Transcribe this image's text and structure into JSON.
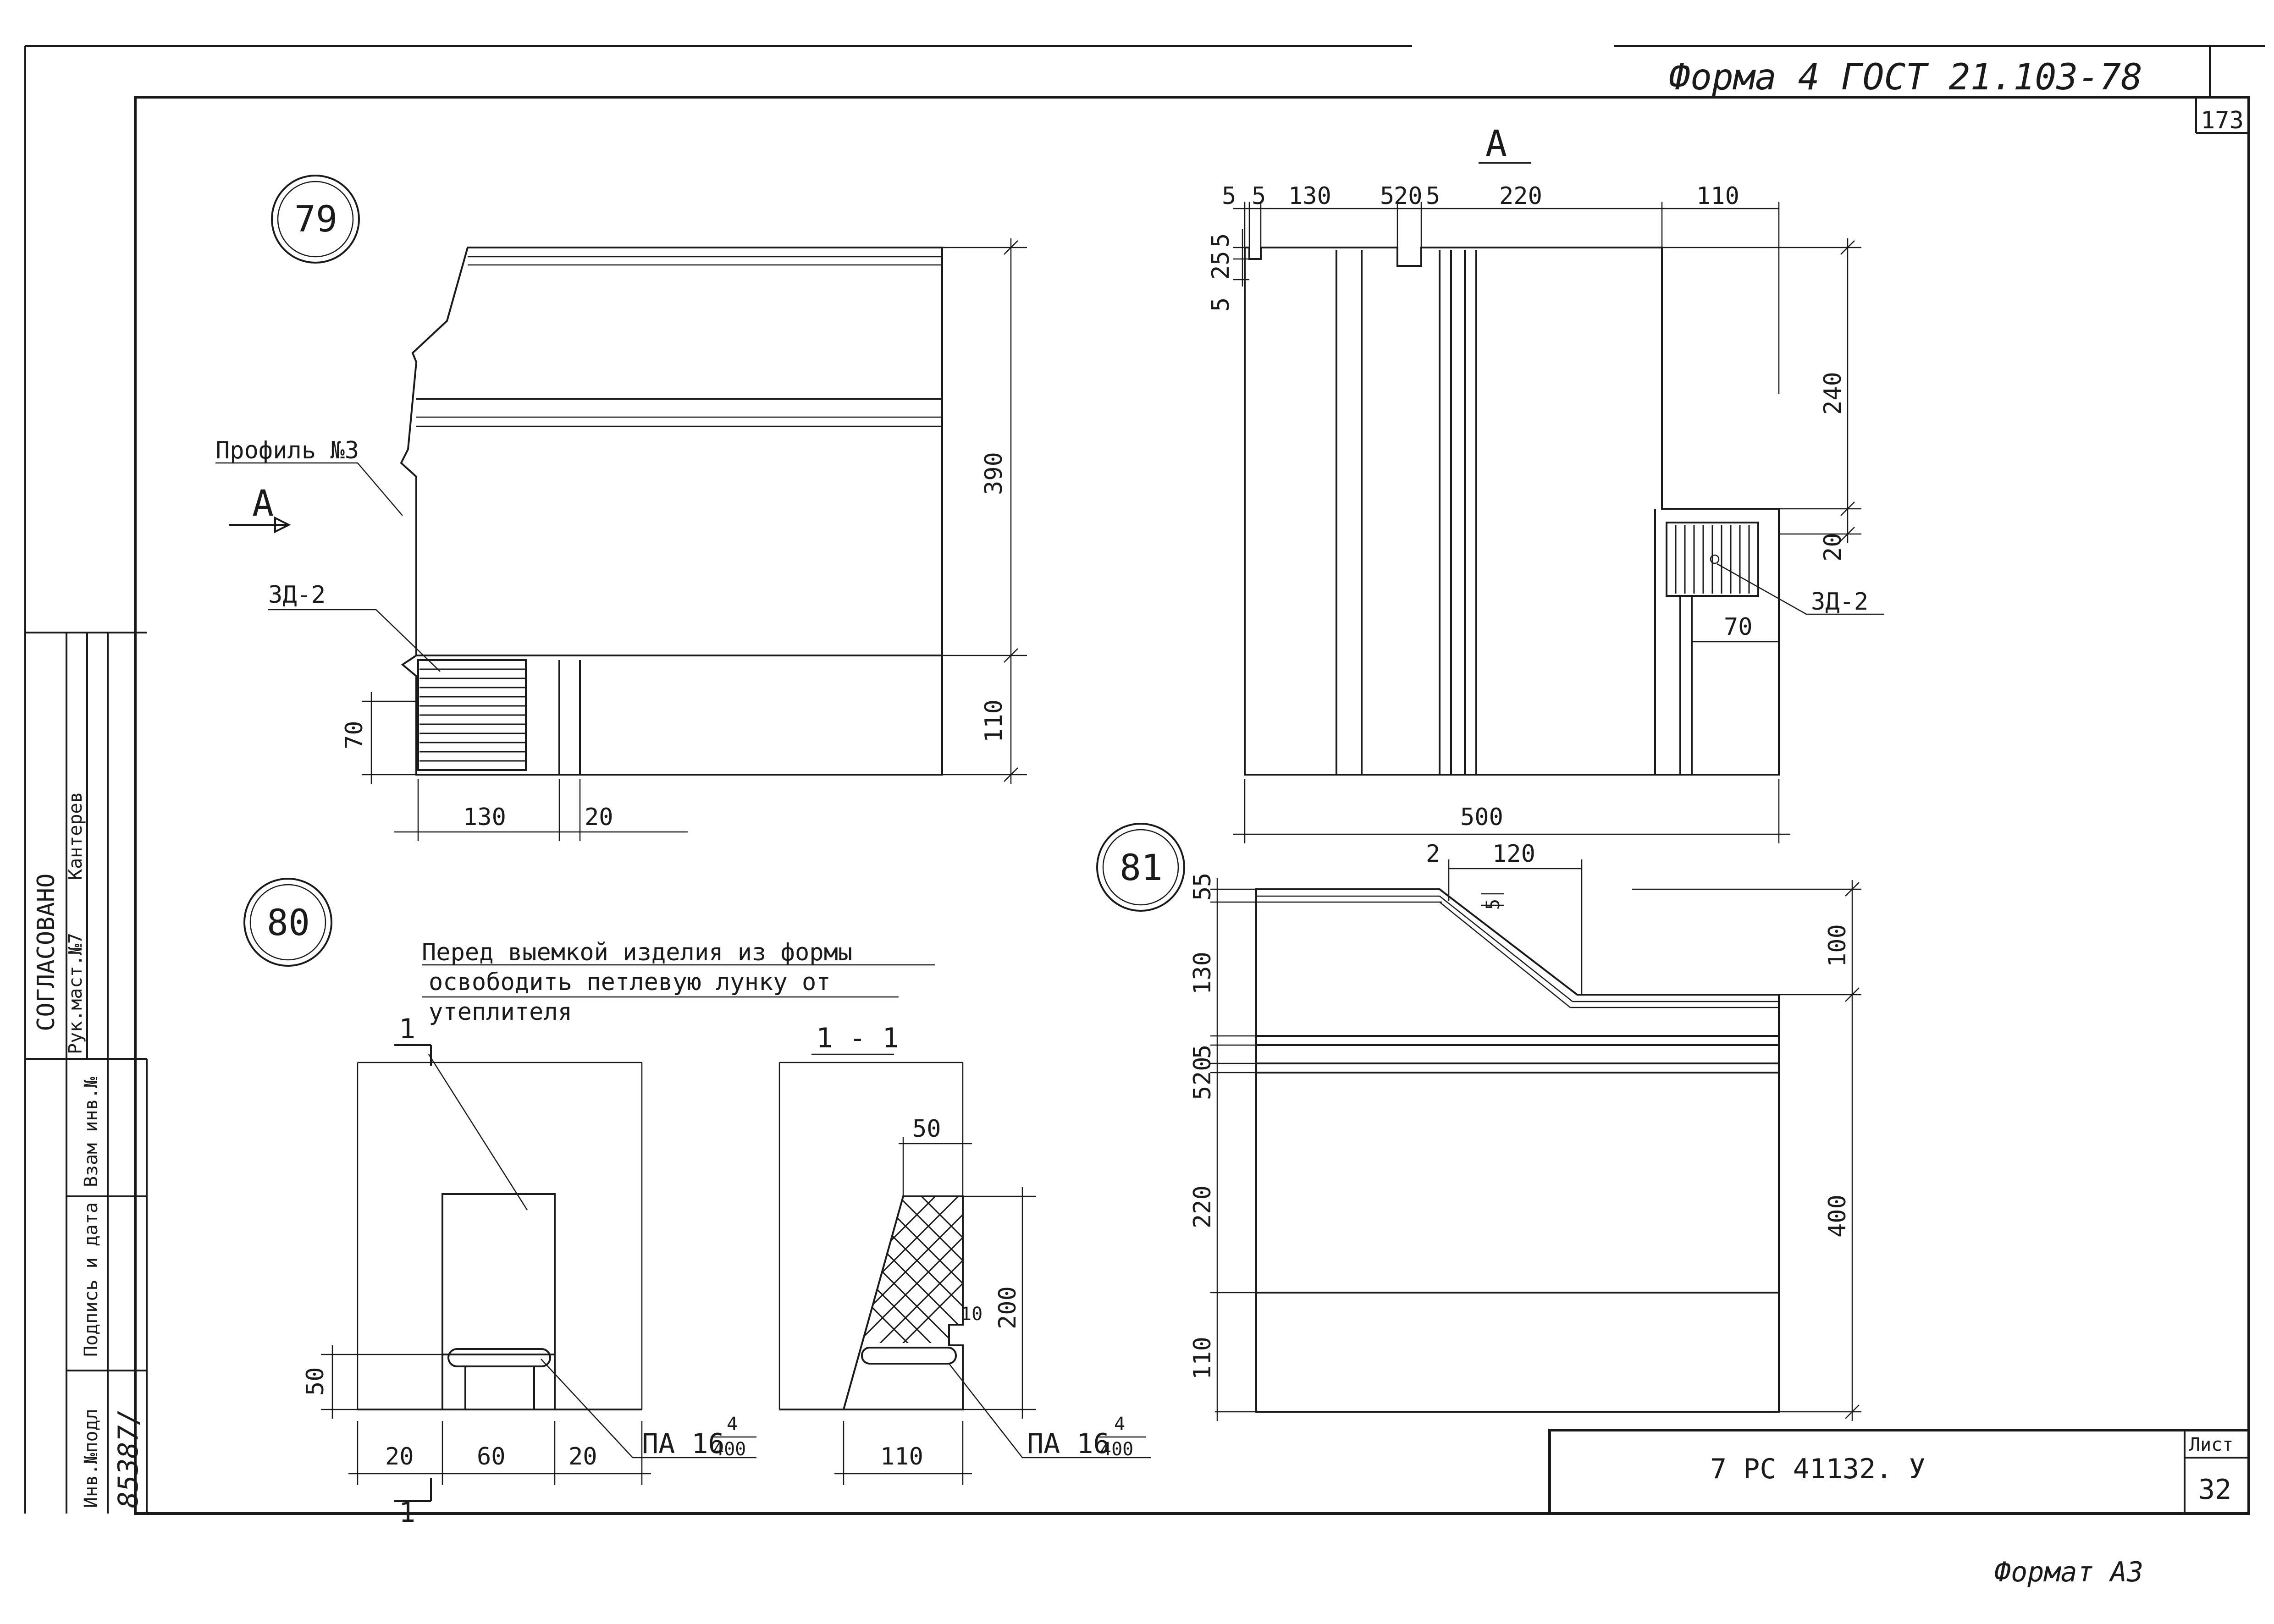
{
  "header": {
    "form_note": "Форма 4 ГОСТ 21.103-78",
    "corner_number": "173",
    "format_note": "Формат А3"
  },
  "title_block": {
    "code": "7 РС 41132. У",
    "sheet_label": "Лист",
    "sheet_number": "32"
  },
  "side_stamp": {
    "approved": "СОГЛАСОВАНО",
    "role": "Рук.маст.№7",
    "name": "Кантерев",
    "col_inv_orig": "Инв.№подл",
    "col_sign_date": "Подпись и дата",
    "col_inv_repl": "Взам инв.№",
    "inv_value": "85387/"
  },
  "detail_79": {
    "marker": "79",
    "profile_label": "Профиль №3",
    "view_mark": "А",
    "part_label": "ЗД-2",
    "dims": {
      "h_top": "390",
      "h_bottom": "110",
      "h_pad": "70",
      "w_pad": "130",
      "w_gap": "20"
    }
  },
  "view_a": {
    "title": "А",
    "part_label": "ЗД-2",
    "dims_top": [
      "5",
      "5",
      "130",
      "5",
      "20",
      "5",
      "220",
      "110"
    ],
    "dims_left": [
      "5",
      "25",
      "5"
    ],
    "dims_right": [
      "240",
      "20"
    ],
    "dim_pad": "70",
    "dim_total": "500"
  },
  "detail_80": {
    "marker": "80",
    "note_line1": "Перед выемкой изделия из формы",
    "note_line2": "освободить петлевую лунку от",
    "note_line3": "утеплителя",
    "section_mark": "1",
    "section_title": "1 - 1",
    "loop_label_left": {
      "name": "ПА 16",
      "num": "4",
      "den": "400"
    },
    "loop_label_right": {
      "name": "ПА 16",
      "num": "4",
      "den": "400"
    },
    "dims_plan": {
      "h50": "50",
      "w_left": "20",
      "w_mid": "60",
      "w_right": "20"
    },
    "dims_section": {
      "top": "50",
      "h": "200",
      "notch": "10",
      "base": "110"
    }
  },
  "detail_81": {
    "marker": "81",
    "dims_top": {
      "step": "2",
      "len": "120",
      "small": "5"
    },
    "dims_left": [
      "5",
      "5",
      "130",
      "5",
      "20",
      "5",
      "220",
      "110"
    ],
    "dims_right": {
      "upper": "100",
      "lower": "400"
    }
  }
}
